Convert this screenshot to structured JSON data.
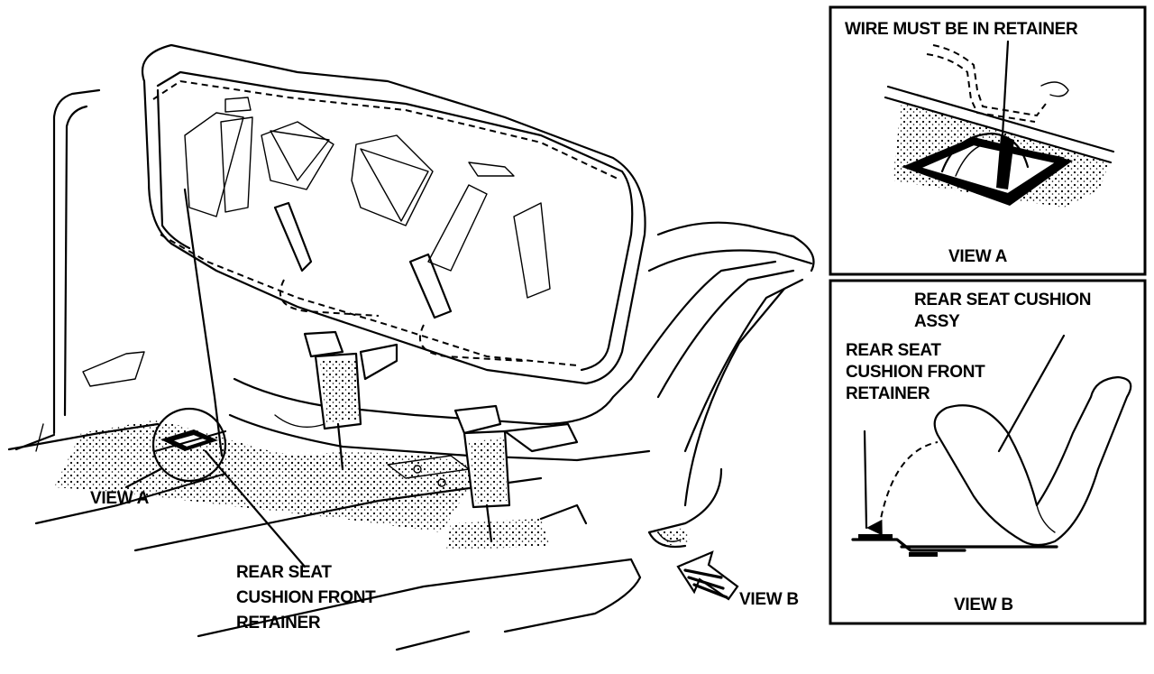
{
  "main_view": {
    "label_view_a": "VIEW A",
    "label_view_b": "VIEW B",
    "retainer_label": [
      "REAR SEAT",
      "CUSHION FRONT",
      "RETAINER"
    ]
  },
  "inset_view_a": {
    "callout": "WIRE MUST BE IN RETAINER",
    "caption": "VIEW A"
  },
  "inset_view_b": {
    "assy_label": [
      "REAR SEAT CUSHION",
      "ASSY"
    ],
    "retainer_label": [
      "REAR SEAT",
      "CUSHION FRONT",
      "RETAINER"
    ],
    "caption": "VIEW B"
  }
}
